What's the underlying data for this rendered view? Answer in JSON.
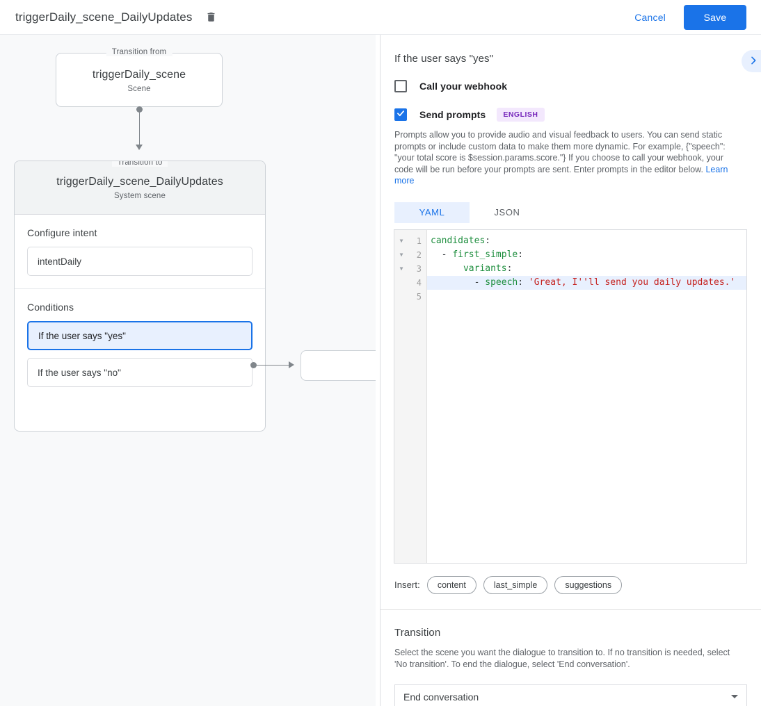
{
  "topbar": {
    "title": "triggerDaily_scene_DailyUpdates",
    "delete_icon": "trash-icon",
    "cancel_label": "Cancel",
    "save_label": "Save"
  },
  "canvas": {
    "node_from": {
      "legend": "Transition from",
      "title": "triggerDaily_scene",
      "subtitle": "Scene"
    },
    "node_to": {
      "legend": "Transition to",
      "title": "triggerDaily_scene_DailyUpdates",
      "subtitle": "System scene",
      "intent_section_label": "Configure intent",
      "intent_value": "intentDaily",
      "conditions_section_label": "Conditions",
      "conditions": [
        {
          "label": "If the user says \"yes\"",
          "selected": true
        },
        {
          "label": "If the user says \"no\"",
          "selected": false
        }
      ]
    }
  },
  "panel": {
    "title": "If the user says \"yes\"",
    "collapse_icon": "chevron-right-icon",
    "webhook": {
      "label": "Call your webhook",
      "checked": false
    },
    "prompts": {
      "label": "Send prompts",
      "checked": true,
      "badge": "ENGLISH",
      "help_text": "Prompts allow you to provide audio and visual feedback to users. You can send static prompts or include custom data to make them more dynamic. For example, {\"speech\": \"your total score is $session.params.score.\"} If you choose to call your webhook, your code will be run before your prompts are sent. Enter prompts in the editor below. ",
      "help_link": "Learn more"
    },
    "tabs": [
      {
        "label": "YAML",
        "active": true
      },
      {
        "label": "JSON",
        "active": false
      }
    ],
    "editor": {
      "lines": [
        {
          "no": "1",
          "fold": true,
          "highlight": false,
          "text": "candidates:"
        },
        {
          "no": "2",
          "fold": true,
          "highlight": false,
          "text": "  - first_simple:"
        },
        {
          "no": "3",
          "fold": true,
          "highlight": false,
          "text": "      variants:"
        },
        {
          "no": "4",
          "fold": false,
          "highlight": true,
          "text": "        - speech: 'Great, I''ll send you daily updates.'"
        },
        {
          "no": "5",
          "fold": false,
          "highlight": false,
          "text": ""
        }
      ]
    },
    "insert": {
      "label": "Insert:",
      "chips": [
        "content",
        "last_simple",
        "suggestions"
      ]
    },
    "transition": {
      "title": "Transition",
      "description": "Select the scene you want the dialogue to transition to. If no transition is needed, select 'No transition'. To end the dialogue, select 'End conversation'.",
      "selected_value": "End conversation",
      "dropdown_icon": "chevron-down-icon"
    }
  },
  "colors": {
    "accent": "#1a73e8",
    "canvas_bg": "#f8f9fa",
    "selected_bg": "#e8f0fe",
    "badge_bg": "#f3e8fd",
    "badge_fg": "#7627bb",
    "yaml_key": "#1e8e3e",
    "yaml_string": "#c5221f"
  }
}
